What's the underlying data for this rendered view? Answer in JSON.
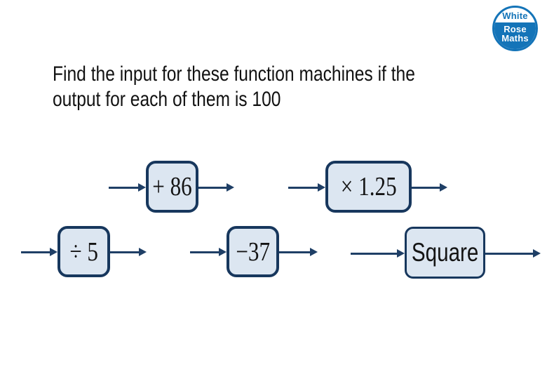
{
  "logo": {
    "line1": "White",
    "line2": "Rose",
    "line3": "Maths"
  },
  "title": {
    "lines": [
      "Find the input for these function machines if the",
      "output for each of them is 100"
    ]
  },
  "machines": [
    {
      "id": "add-86",
      "label": "+ 86"
    },
    {
      "id": "multiply-1-25",
      "label": "× 1.25"
    },
    {
      "id": "divide-5",
      "label": "÷ 5"
    },
    {
      "id": "subtract-37",
      "label": "−37"
    },
    {
      "id": "square",
      "label": "Square"
    }
  ],
  "colors": {
    "box_fill": "#dce6f1",
    "box_border": "#17375d",
    "arrow": "#1f3f66",
    "logo_blue": "#1474b8",
    "title_text": "#111111"
  }
}
